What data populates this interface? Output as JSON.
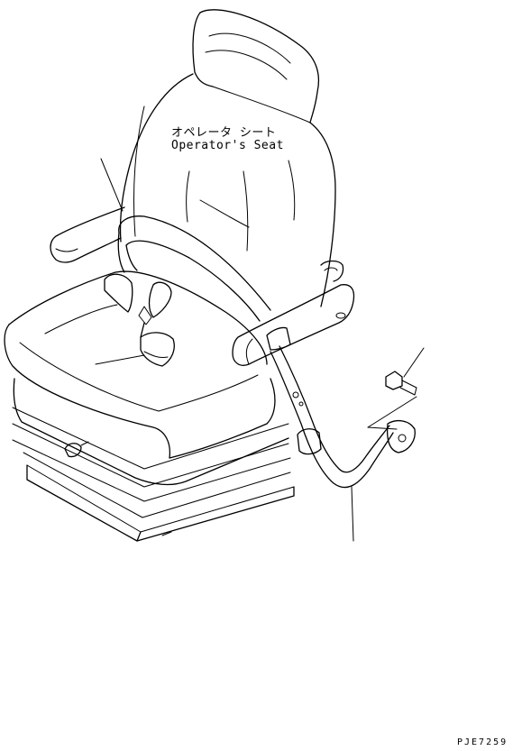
{
  "callouts": {
    "seat_name_jp": "オペレータ シート",
    "seat_name_en": "Operator's Seat"
  },
  "drawing_code": "PJE7259"
}
